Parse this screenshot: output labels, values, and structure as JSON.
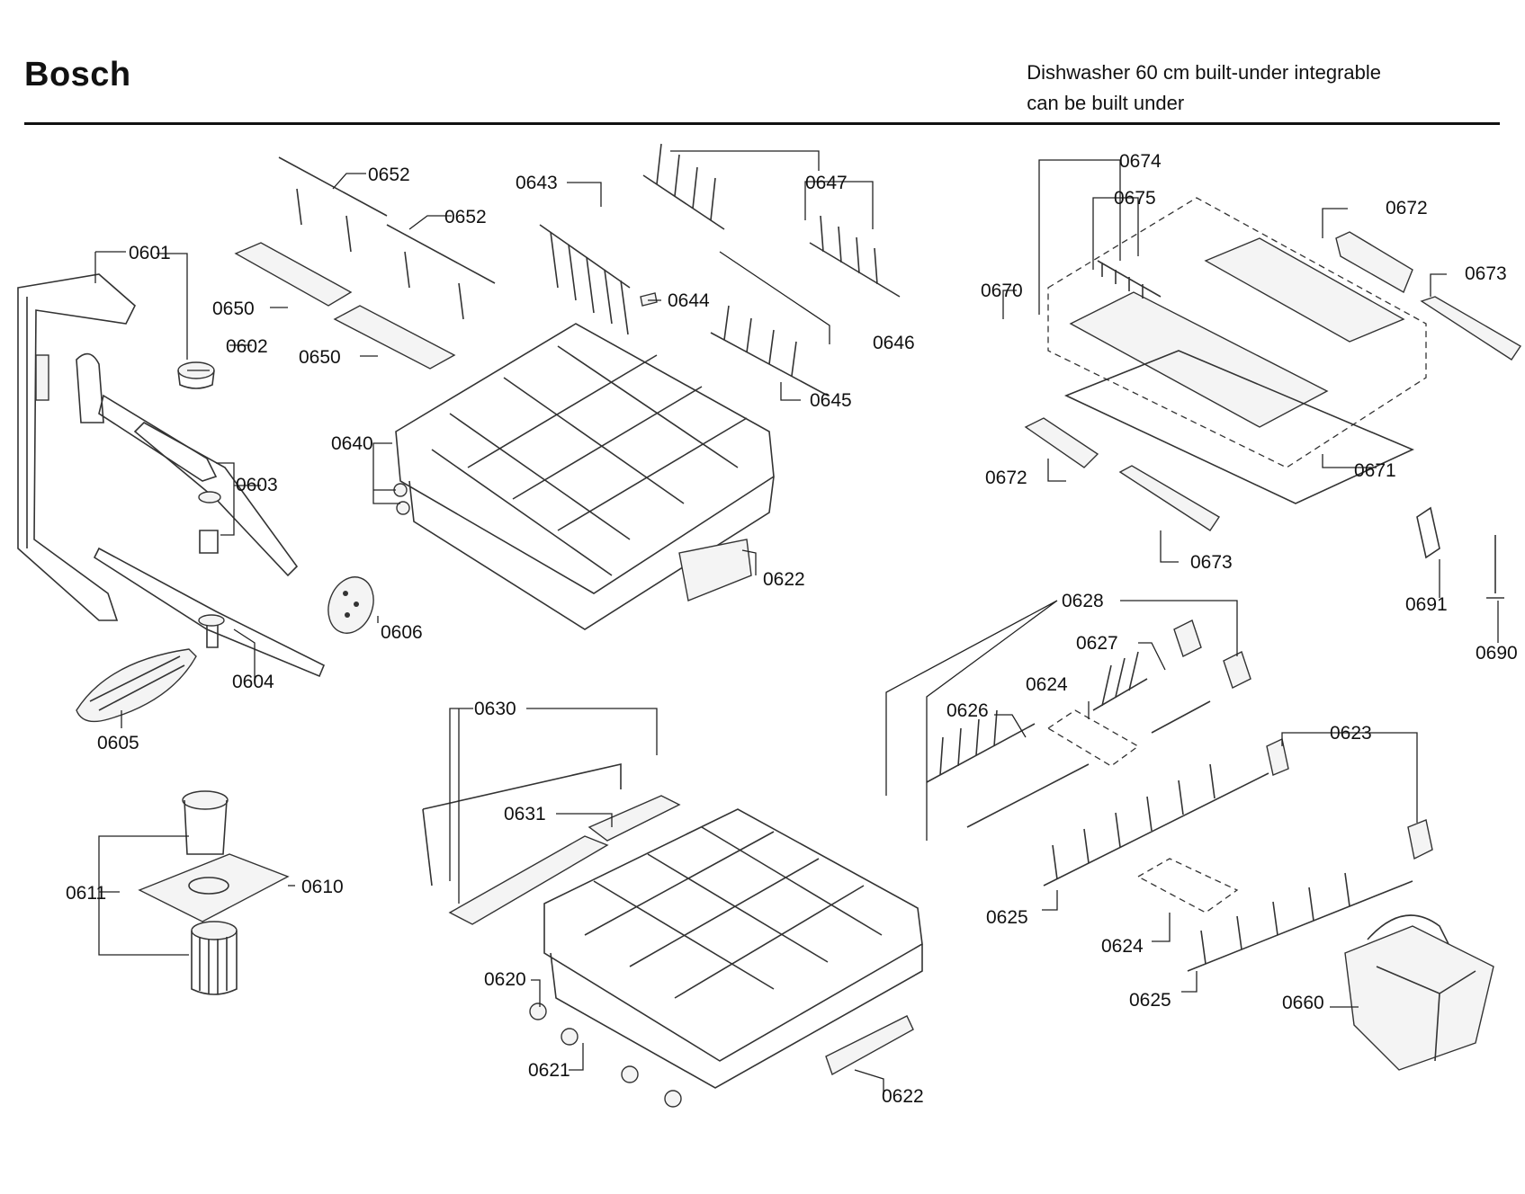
{
  "header": {
    "brand": "Bosch",
    "subtitle_line1": "Dishwasher 60 cm built-under integrable",
    "subtitle_line2": "can be built under"
  },
  "labels": {
    "l0601": "0601",
    "l0602": "0602",
    "l0603": "0603",
    "l0604": "0604",
    "l0605": "0605",
    "l0606": "0606",
    "l0610": "0610",
    "l0611": "0611",
    "l0620": "0620",
    "l0621": "0621",
    "l0622a": "0622",
    "l0622b": "0622",
    "l0623": "0623",
    "l0624a": "0624",
    "l0624b": "0624",
    "l0625a": "0625",
    "l0625b": "0625",
    "l0626": "0626",
    "l0627": "0627",
    "l0628": "0628",
    "l0630": "0630",
    "l0631": "0631",
    "l0640": "0640",
    "l0643": "0643",
    "l0644": "0644",
    "l0645": "0645",
    "l0646": "0646",
    "l0647": "0647",
    "l0650a": "0650",
    "l0650b": "0650",
    "l0652a": "0652",
    "l0652b": "0652",
    "l0660": "0660",
    "l0670": "0670",
    "l0671": "0671",
    "l0672a": "0672",
    "l0672b": "0672",
    "l0673a": "0673",
    "l0673b": "0673",
    "l0674": "0674",
    "l0675": "0675",
    "l0690": "0690",
    "l0691": "0691"
  }
}
